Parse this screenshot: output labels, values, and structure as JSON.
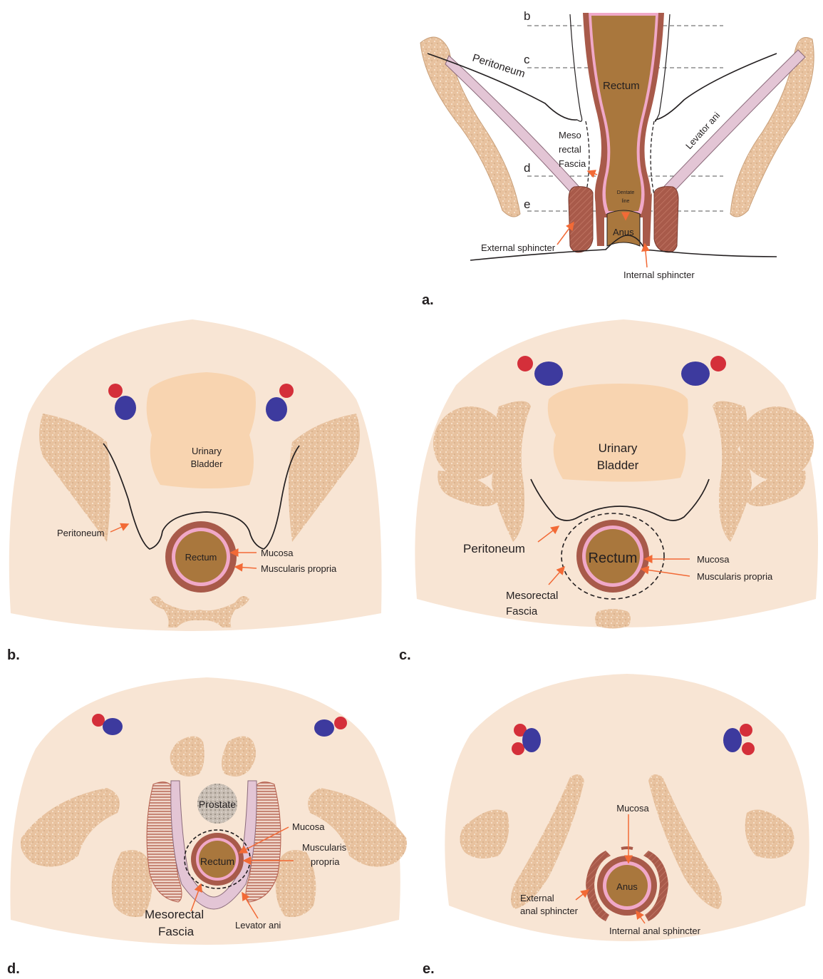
{
  "panels": {
    "a": {
      "letter": "a.",
      "levels": [
        "b",
        "c",
        "d",
        "e"
      ],
      "labels": {
        "peritoneum": "Peritoneum",
        "rectum": "Rectum",
        "meso": "Meso",
        "rectal": "rectal",
        "fascia": "Fascia",
        "levator": "Levator ani",
        "dentate1": "Dentate",
        "dentate2": "line",
        "anus": "Anus",
        "external": "External sphincter",
        "internal": "Internal sphincter"
      }
    },
    "b": {
      "letter": "b.",
      "labels": {
        "bladder1": "Urinary",
        "bladder2": "Bladder",
        "peritoneum": "Peritoneum",
        "rectum": "Rectum",
        "mucosa": "Mucosa",
        "muscularis": "Muscularis propria"
      }
    },
    "c": {
      "letter": "c.",
      "labels": {
        "bladder1": "Urinary",
        "bladder2": "Bladder",
        "peritoneum": "Peritoneum",
        "rectum": "Rectum",
        "mucosa": "Mucosa",
        "muscularis": "Muscularis propria",
        "meso1": "Mesorectal",
        "meso2": "Fascia"
      }
    },
    "d": {
      "letter": "d.",
      "labels": {
        "prostate": "Prostate",
        "rectum": "Rectum",
        "mucosa": "Mucosa",
        "musc1": "Muscularis",
        "musc2": "propria",
        "meso1": "Mesorectal",
        "meso2": "Fascia",
        "levator": "Levator ani"
      }
    },
    "e": {
      "letter": "e.",
      "labels": {
        "mucosa": "Mucosa",
        "anus": "Anus",
        "ext1": "External",
        "ext2": "anal sphincter",
        "internal": "Internal anal sphincter"
      }
    }
  },
  "colors": {
    "body": "#f8e5d4",
    "bone": "#e8c29f",
    "bladder": "#f8d4b0",
    "rectum_lumen": "#a9773d",
    "rectum_wall": "#a85a4a",
    "mucosa": "#f0a8c8",
    "artery": "#d42f3a",
    "vein": "#3d3a9e",
    "levator": "#e3c5d5",
    "prostate": "#c7bdb3",
    "arrow": "#f26a36",
    "line": "#231f20"
  }
}
